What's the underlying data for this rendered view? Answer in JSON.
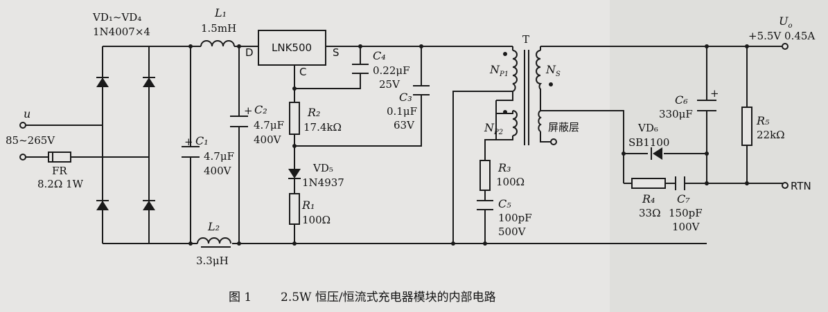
{
  "figure": {
    "number": "图 1",
    "title": "2.5W 恒压/恒流式充电器模块的内部电路"
  },
  "input": {
    "label": "u",
    "voltage": "85~265V"
  },
  "fuse": {
    "ref": "FR",
    "value": "8.2Ω 1W"
  },
  "bridge": {
    "ref": "VD₁~VD₄",
    "part": "1N4007×4"
  },
  "L1": {
    "ref": "L₁",
    "value": "1.5mH"
  },
  "L2": {
    "ref": "L₂",
    "value": "3.3μH"
  },
  "C1": {
    "ref": "C₁",
    "value": "4.7μF",
    "voltage": "400V"
  },
  "C2": {
    "ref": "C₂",
    "value": "4.7μF",
    "voltage": "400V"
  },
  "ic": {
    "part": "LNK500",
    "pin_d": "D",
    "pin_s": "S",
    "pin_c": "C"
  },
  "C4": {
    "ref": "C₄",
    "value": "0.22μF",
    "voltage": "25V"
  },
  "C3": {
    "ref": "C₃",
    "value": "0.1μF",
    "voltage": "63V"
  },
  "R2": {
    "ref": "R₂",
    "value": "17.4kΩ"
  },
  "VD5": {
    "ref": "VD₅",
    "part": "1N4937"
  },
  "R1": {
    "ref": "R₁",
    "value": "100Ω"
  },
  "transformer": {
    "ref": "T",
    "np1": "N",
    "np1_sub": "P1",
    "np2": "N",
    "np2_sub": "P2",
    "ns": "N",
    "ns_sub": "S",
    "shield": "屏蔽层"
  },
  "R3": {
    "ref": "R₃",
    "value": "100Ω"
  },
  "C5": {
    "ref": "C₅",
    "value": "100pF",
    "voltage": "500V"
  },
  "VD6": {
    "ref": "VD₆",
    "part": "SB1100"
  },
  "C6": {
    "ref": "C₆",
    "value": "330μF"
  },
  "R5": {
    "ref": "R₅",
    "value": "22kΩ"
  },
  "R4": {
    "ref": "R₄",
    "value": "33Ω"
  },
  "C7": {
    "ref": "C₇",
    "value": "150pF",
    "voltage": "100V"
  },
  "output": {
    "label": "U",
    "label_sub": "o",
    "spec": "+5.5V  0.45A",
    "return": "RTN"
  },
  "plus_sign": "+"
}
